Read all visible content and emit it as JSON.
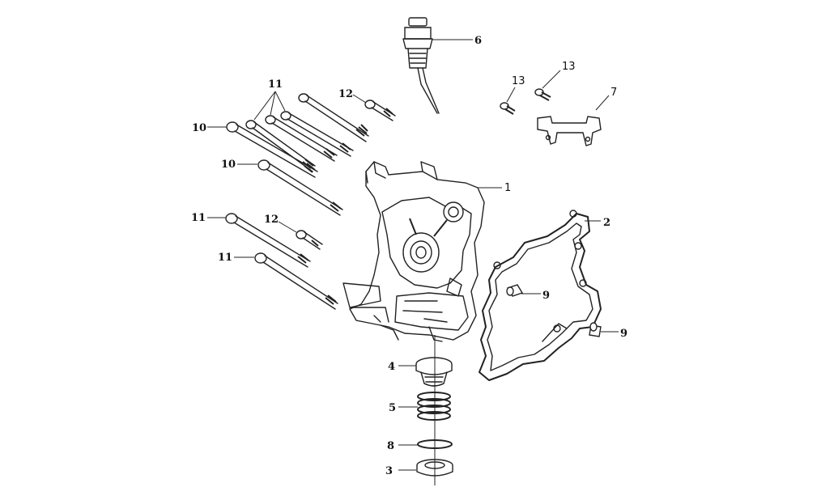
{
  "callouts": {
    "c1": "1",
    "c2": "2",
    "c3": "3",
    "c4": "4",
    "c5": "5",
    "c6": "6",
    "c7": "7",
    "c8": "8",
    "c9a": "9",
    "c9b": "9",
    "c10a": "10",
    "c10b": "10",
    "c11a": "11",
    "c11b": "11",
    "c11c": "11",
    "c12a": "12",
    "c12b": "12",
    "c13a": "13",
    "c13b": "13"
  }
}
